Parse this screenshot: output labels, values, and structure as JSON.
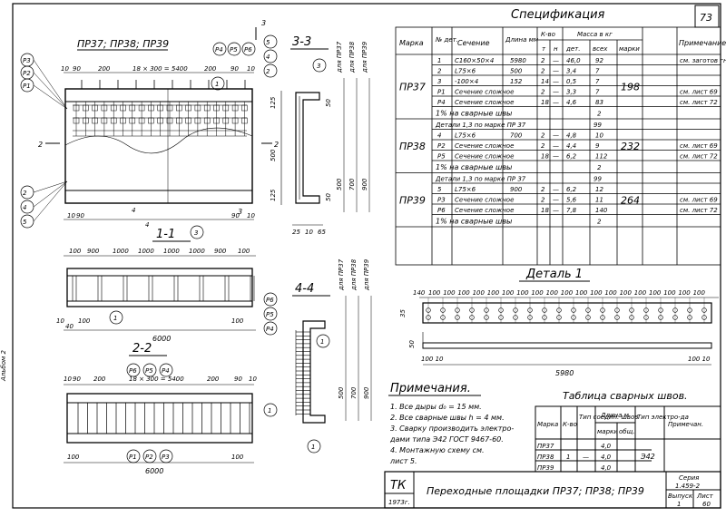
{
  "sheet_number": "73",
  "views": {
    "main_title": "ПР37; ПР38; ПР39",
    "section_3": "3-3",
    "section_1": "1-1",
    "section_2": "2-2",
    "section_4": "4-4",
    "detail_title": "Деталь 1",
    "top_dims": [
      "10",
      "90",
      "200",
      "18 × 300 = 5400",
      "200",
      "90",
      "10"
    ],
    "mid_dims": [
      "100",
      "900",
      "1000",
      "1000",
      "1000",
      "1000",
      "900",
      "100"
    ],
    "bottom_dims": [
      "10",
      "90",
      "200",
      "18 × 300 = 5400",
      "200",
      "90",
      "10"
    ],
    "total_length": "6000",
    "total_length_2": "6000",
    "detail_length": "5980",
    "detail_edge_left": "100 10",
    "detail_edge_right": "100 10",
    "left_labels": [
      "P3",
      "P2",
      "P1",
      "2",
      "4",
      "5"
    ],
    "top_labels": [
      "P4",
      "P5",
      "P6",
      "5",
      "4",
      "2"
    ],
    "sec2_labels": [
      "P6",
      "P5",
      "P4"
    ],
    "sec2_bottom_labels": [
      "P1",
      "P2",
      "P3"
    ],
    "sec4_labels": [
      "P6",
      "P5",
      "P4"
    ],
    "cut_marks": [
      "3",
      "3",
      "2",
      "2",
      "4",
      "4",
      "1",
      "1"
    ],
    "part_numbers": [
      "1",
      "1",
      "1",
      "3",
      "3",
      "1",
      "1"
    ],
    "variant_heights": [
      "для ПР37",
      "для ПР38",
      "для ПР39"
    ],
    "heights": [
      "500",
      "700",
      "900"
    ],
    "sec3_dims": [
      "50",
      "125",
      "500",
      "125",
      "50",
      "25",
      "10",
      "65"
    ],
    "side_note": "Альбом 2"
  },
  "spec": {
    "title": "Спецификация",
    "headers": {
      "marka": "Марка",
      "nom": "№ дет.",
      "section": "Сечение",
      "length": "Длина мм",
      "qty": "К-во",
      "qty_t": "т",
      "qty_n": "н",
      "mass": "Масса в кг",
      "mass_det": "дет.",
      "mass_all": "всех",
      "mass_mark": "марки",
      "note": "Примечание"
    },
    "groups": [
      {
        "mark": "ПР37",
        "mass_mark": "198",
        "rows": [
          {
            "n": "1",
            "section": "С160×50×4",
            "len": "5980",
            "t": "2",
            "nn": "—",
            "det": "46,0",
            "all": "92",
            "note": "см. заготов гнутых профиль"
          },
          {
            "n": "2",
            "section": "L75×6",
            "len": "500",
            "t": "2",
            "nn": "—",
            "det": "3,4",
            "all": "7",
            "note": ""
          },
          {
            "n": "3",
            "section": "-100×4",
            "len": "152",
            "t": "14",
            "nn": "—",
            "det": "0,5",
            "all": "7",
            "note": ""
          },
          {
            "n": "P1",
            "section": "Сечение сложное",
            "len": "",
            "t": "2",
            "nn": "—",
            "det": "3,3",
            "all": "7",
            "note": "см. лист 69"
          },
          {
            "n": "P4",
            "section": "Сечение сложное",
            "len": "",
            "t": "18",
            "nn": "—",
            "det": "4,6",
            "all": "83",
            "note": "см. лист 72"
          }
        ],
        "weld_label": "1% на сварные швы",
        "weld_val": "2"
      },
      {
        "mark": "ПР38",
        "mass_mark": "232",
        "detail_ref": "Детали 1,3 по марке ПР 37",
        "detail_ref_val": "99",
        "rows": [
          {
            "n": "4",
            "section": "L75×6",
            "len": "700",
            "t": "2",
            "nn": "—",
            "det": "4,8",
            "all": "10",
            "note": ""
          },
          {
            "n": "P2",
            "section": "Сечение сложное",
            "len": "",
            "t": "2",
            "nn": "—",
            "det": "4,4",
            "all": "9",
            "note": "см. лист 69"
          },
          {
            "n": "P5",
            "section": "Сечение сложное",
            "len": "",
            "t": "18",
            "nn": "—",
            "det": "6,2",
            "all": "112",
            "note": "см. лист 72"
          }
        ],
        "weld_label": "1% на сварные швы",
        "weld_val": "2"
      },
      {
        "mark": "ПР39",
        "mass_mark": "264",
        "detail_ref": "Детали 1,3 по марке ПР 37",
        "detail_ref_val": "99",
        "rows": [
          {
            "n": "5",
            "section": "L75×6",
            "len": "900",
            "t": "2",
            "nn": "—",
            "det": "6,2",
            "all": "12",
            "note": ""
          },
          {
            "n": "P3",
            "section": "Сечение сложное",
            "len": "",
            "t": "2",
            "nn": "—",
            "det": "5,6",
            "all": "11",
            "note": "см. лист 69"
          },
          {
            "n": "P6",
            "section": "Сечение сложное",
            "len": "",
            "t": "18",
            "nn": "—",
            "det": "7,8",
            "all": "140",
            "note": "см. лист 72"
          }
        ],
        "weld_label": "1% на сварные швы",
        "weld_val": "2"
      }
    ]
  },
  "notes": {
    "title": "Примечания.",
    "items": [
      "1. Все дыры d₀ = 15 мм.",
      "2. Все сварные швы h = 4 мм.",
      "3. Сварку производить электро-",
      "   дами типа Э42 ГОСТ 9467-60.",
      "4. Монтажную схему см.",
      "   лист 5."
    ]
  },
  "welds": {
    "title": "Таблица сварных швов.",
    "headers": [
      "Марка",
      "К-во",
      "Тип соедин. швов",
      "Длина м",
      "Тип электро-да",
      "Примечан."
    ],
    "len_sub": [
      "марки",
      "общ."
    ],
    "marks": [
      "ПР37",
      "ПР38",
      "ПР39"
    ],
    "qty": "1",
    "type": "—",
    "lengths": [
      "4,0",
      "4,0",
      "4,0"
    ],
    "electrode": "Э42"
  },
  "title_block": {
    "org": "ТК",
    "year": "1973г.",
    "title": "Переходные площадки ПР37; ПР38; ПР39",
    "series_label": "Серия",
    "series": "1.459-2",
    "issue_label": "Выпуск",
    "issue": "1",
    "sheet_label": "Лист",
    "sheet": "60"
  }
}
